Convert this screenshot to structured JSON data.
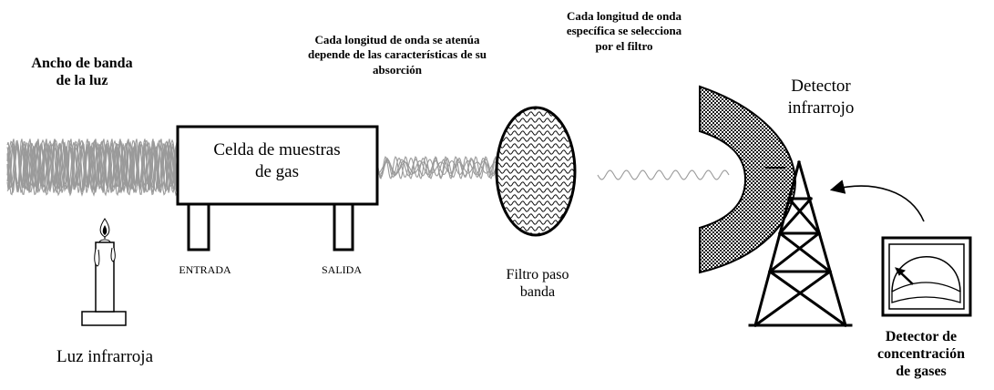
{
  "labels": {
    "bandwidth_title": "Ancho de banda\nde la luz",
    "attenuation_note": "Cada longitud de onda se atenúa\ndepende de las características de su\nabsorción",
    "selection_note": "Cada longitud de onda\nespecífica se selecciona\npor el filtro",
    "gas_cell": "Celda de muestras\nde gas",
    "inlet": "ENTRADA",
    "outlet": "SALIDA",
    "filter": "Filtro paso\nbanda",
    "ir_detector": "Detector\ninfrarrojo",
    "ir_light": "Luz infrarroja",
    "gas_detector": "Detector de\nconcentración\nde gases"
  },
  "colors": {
    "ink": "#000000",
    "wave": "#9a9a9a",
    "background": "#ffffff"
  },
  "icons": [
    "candle-icon",
    "flame-icon",
    "gauge-icon",
    "tower-icon",
    "arrow-icon"
  ]
}
